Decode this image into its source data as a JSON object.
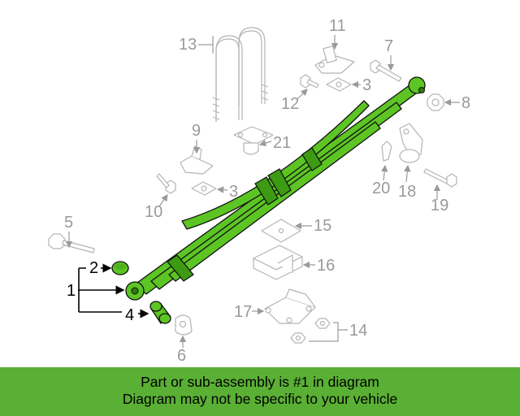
{
  "callouts": {
    "c1": "1",
    "c2": "2",
    "c3a": "3",
    "c3b": "3",
    "c4": "4",
    "c5": "5",
    "c6": "6",
    "c7": "7",
    "c8": "8",
    "c9": "9",
    "c10": "10",
    "c11": "11",
    "c12": "12",
    "c13": "13",
    "c14": "14",
    "c15": "15",
    "c16": "16",
    "c17": "17",
    "c18": "18",
    "c19": "19",
    "c20": "20",
    "c21": "21"
  },
  "highlight_color": "#5cc524",
  "banner": {
    "line1": "Part or sub-assembly is #1 in diagram",
    "line2": "Diagram may not be specific to your vehicle",
    "color": "#5ab034"
  }
}
